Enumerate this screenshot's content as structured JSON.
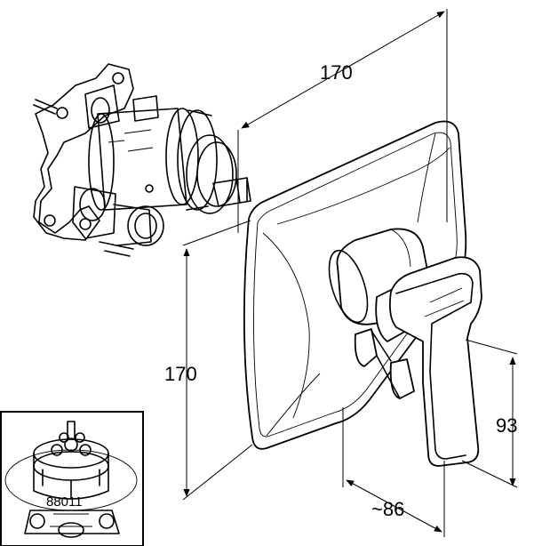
{
  "dimensions": {
    "width_top": "170",
    "height_left": "170",
    "height_handle": "93",
    "depth": "~86"
  },
  "inset": {
    "part_number": "88011"
  },
  "colors": {
    "line": "#000000",
    "background": "#ffffff"
  }
}
